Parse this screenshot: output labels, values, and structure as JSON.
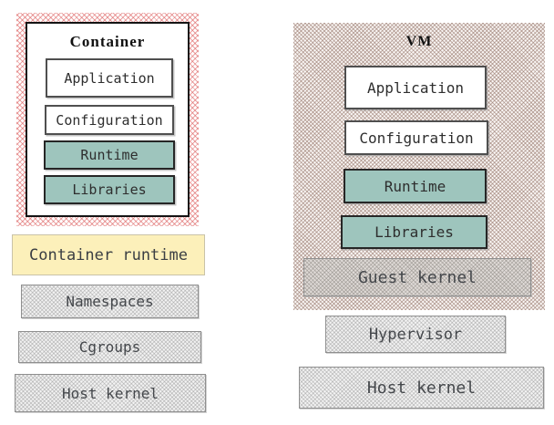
{
  "container_stack": {
    "boundary_title": "Container",
    "layers": [
      {
        "label": "Application",
        "type": "white"
      },
      {
        "label": "Configuration",
        "type": "white"
      },
      {
        "label": "Runtime",
        "type": "teal"
      },
      {
        "label": "Libraries",
        "type": "teal"
      }
    ],
    "container_runtime_label": "Container runtime",
    "namespaces_label": "Namespaces",
    "cgroups_label": "Cgroups",
    "host_kernel_label": "Host kernel"
  },
  "vm_stack": {
    "boundary_title": "VM",
    "layers": [
      {
        "label": "Application",
        "type": "white"
      },
      {
        "label": "Configuration",
        "type": "white"
      },
      {
        "label": "Runtime",
        "type": "teal"
      },
      {
        "label": "Libraries",
        "type": "teal"
      }
    ],
    "guest_kernel_label": "Guest kernel",
    "hypervisor_label": "Hypervisor",
    "host_kernel_label": "Host kernel"
  },
  "colors": {
    "teal_fill": "#9ec5bd",
    "yellow_fill": "#fcf0ba",
    "red_hatch": "#db5858",
    "brown_hatch": "#8d6c60",
    "gray_fill": "#f3f3f3",
    "text": "#2e2e2e"
  }
}
